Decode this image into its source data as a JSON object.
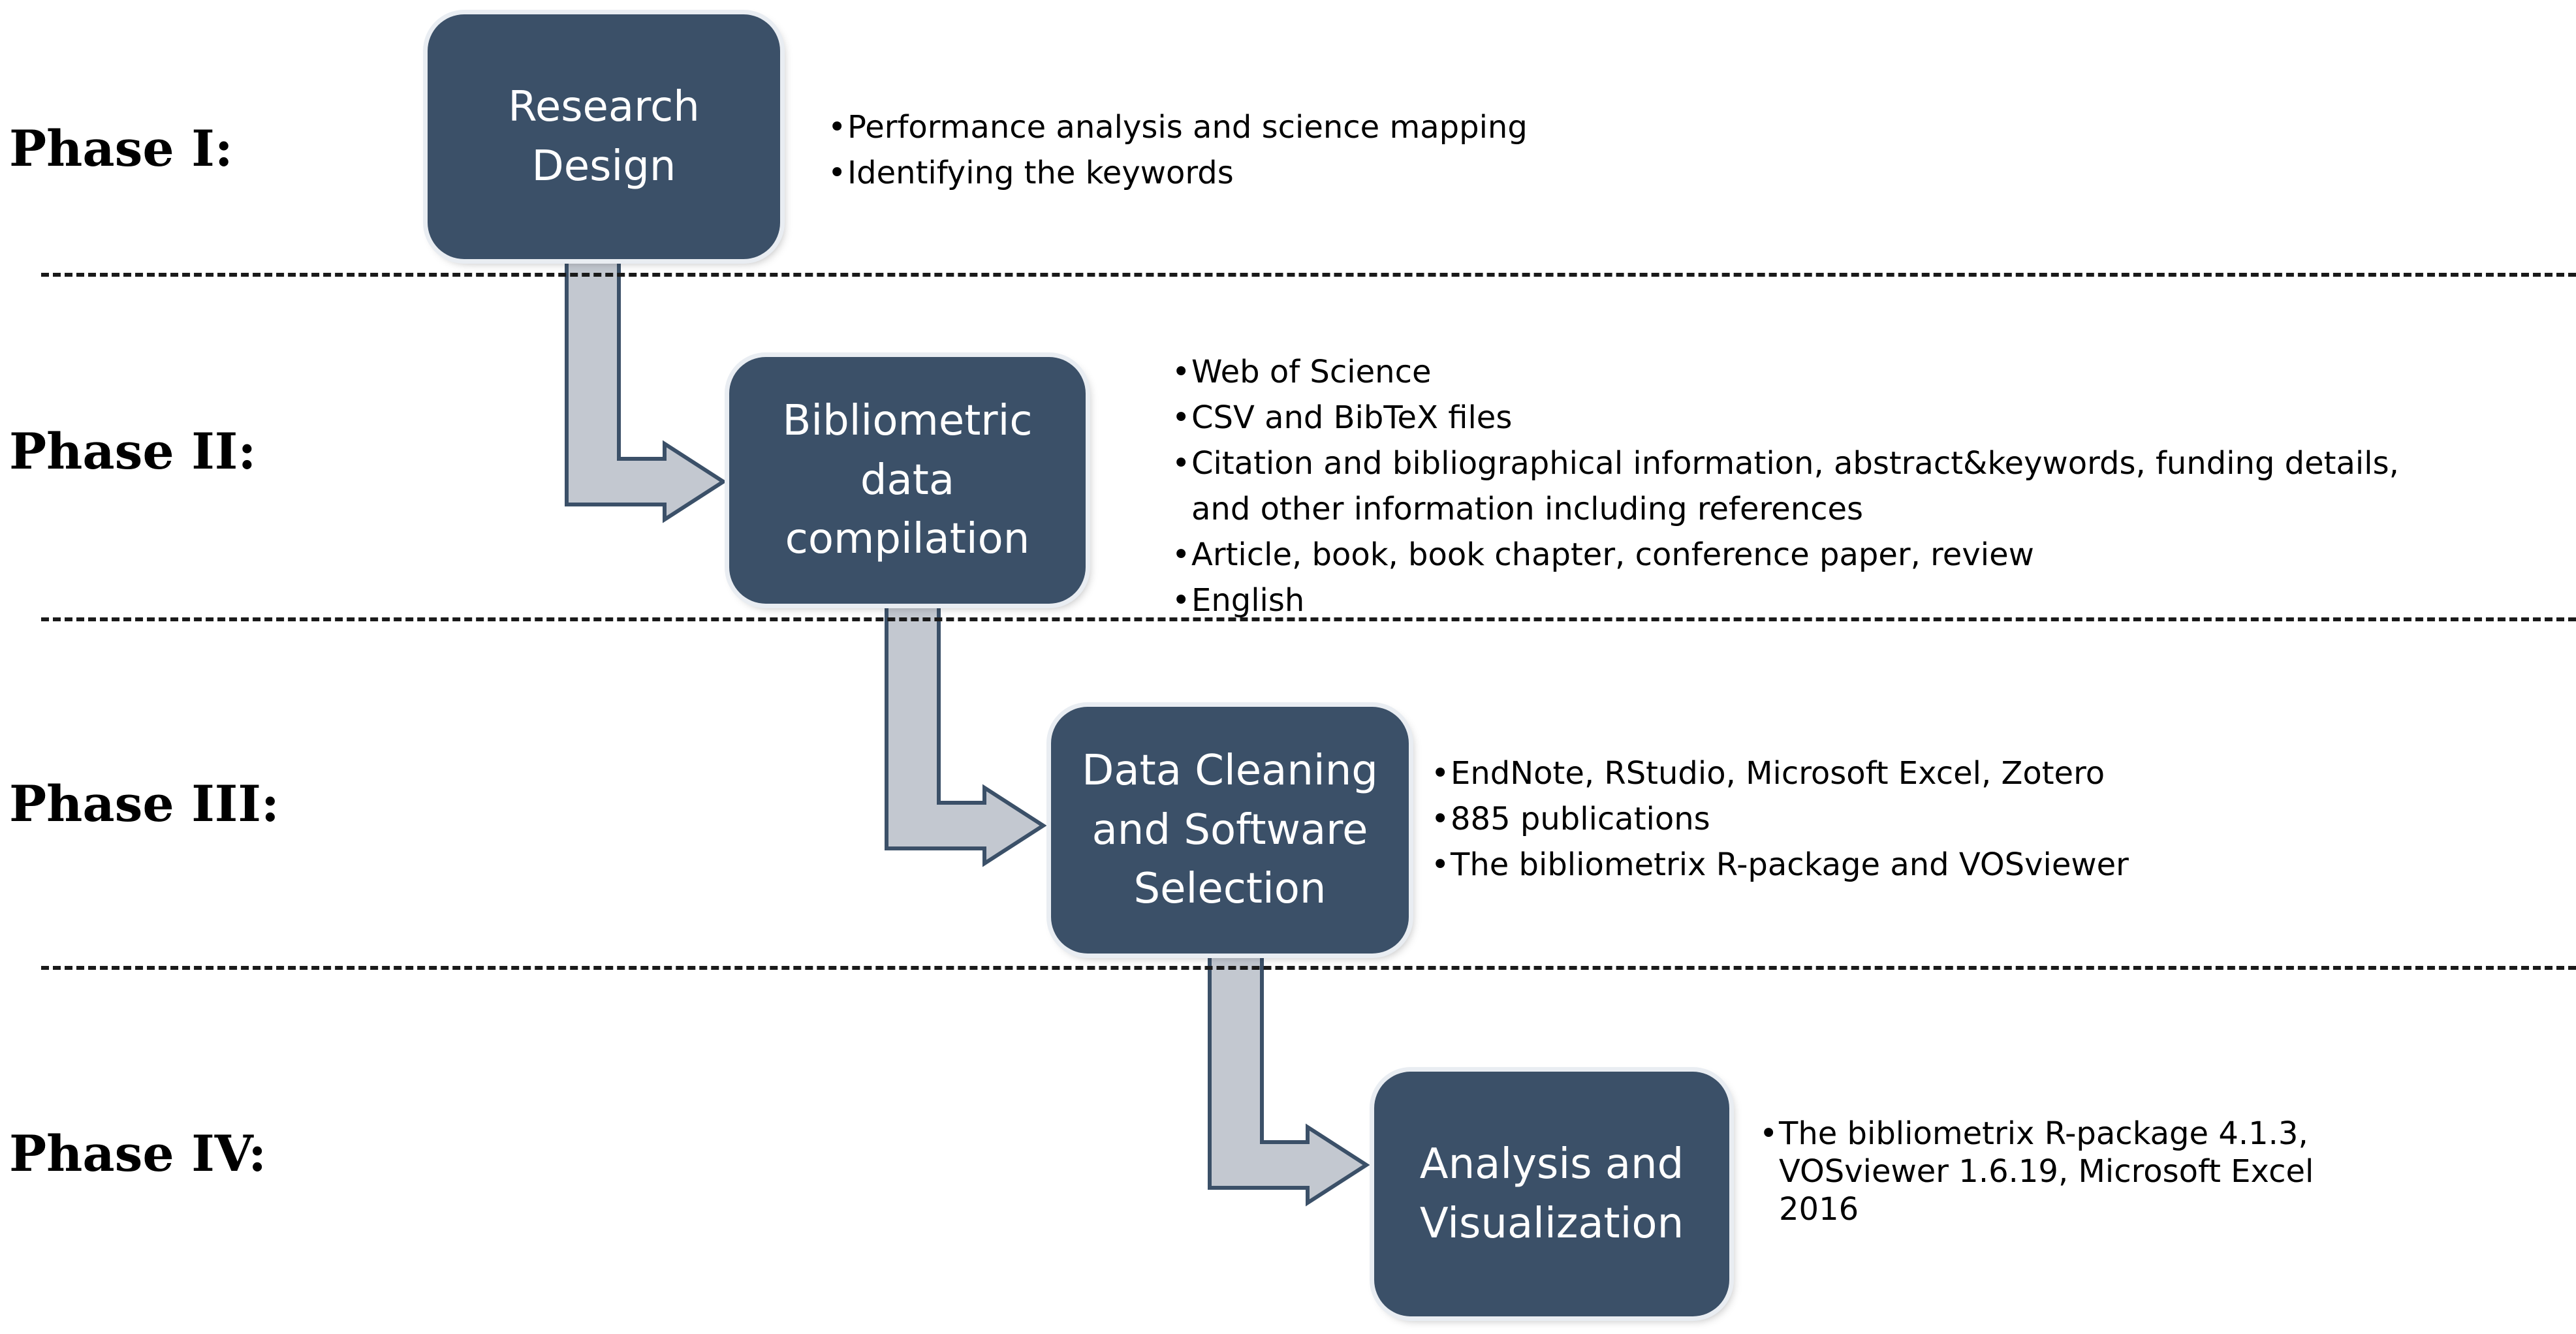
{
  "phases": [
    {
      "label": "Phase I:",
      "box_lines": [
        "Research",
        "Design"
      ],
      "bullets": [
        "Performance analysis and science mapping",
        "Identifying the keywords"
      ]
    },
    {
      "label": "Phase II:",
      "box_lines": [
        "Bibliometric",
        "data",
        "compilation"
      ],
      "bullets": [
        "Web of Science",
        "CSV and BibTeX files",
        "Citation and bibliographical information, abstract&keywords, funding details,\nand other information including references",
        "Article, book, book chapter, conference paper, review",
        "English"
      ]
    },
    {
      "label": "Phase III:",
      "box_lines": [
        "Data Cleaning",
        "and Software",
        "Selection"
      ],
      "bullets": [
        "EndNote, RStudio, Microsoft Excel, Zotero",
        "885 publications",
        "The bibliometrix R-package and VOSviewer"
      ]
    },
    {
      "label": "Phase IV:",
      "box_lines": [
        "Analysis and",
        "Visualization"
      ],
      "bullets": [
        "The bibliometrix R-package 4.1.3,\nVOSviewer 1.6.19, Microsoft Excel\n2016"
      ]
    }
  ],
  "colors": {
    "box_fill": "#3b5068",
    "arrow_fill": "#c3c8d0",
    "arrow_stroke": "#3b5068",
    "divider": "#1a1a1a"
  }
}
